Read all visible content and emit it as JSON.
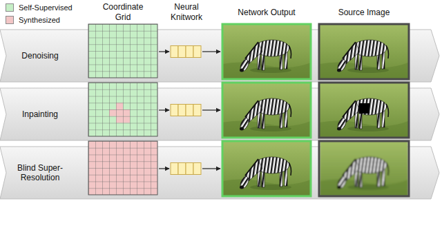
{
  "diagram": {
    "nodes": [
      {
        "text": [
          "Denoising"
        ]
      },
      {
        "text": [
          "Inpainting"
        ]
      },
      {
        "text": [
          "Blind Super-Resolution"
        ]
      }
    ],
    "labels": [
      "Coordinate Grid",
      "Neural Knitwork",
      "Network Output",
      "Source Image"
    ],
    "legend": [
      {
        "text": "Self-Supervised",
        "color": "#c6efc6"
      },
      {
        "text": "Synthesized",
        "color": "#f3c6c6"
      }
    ]
  }
}
